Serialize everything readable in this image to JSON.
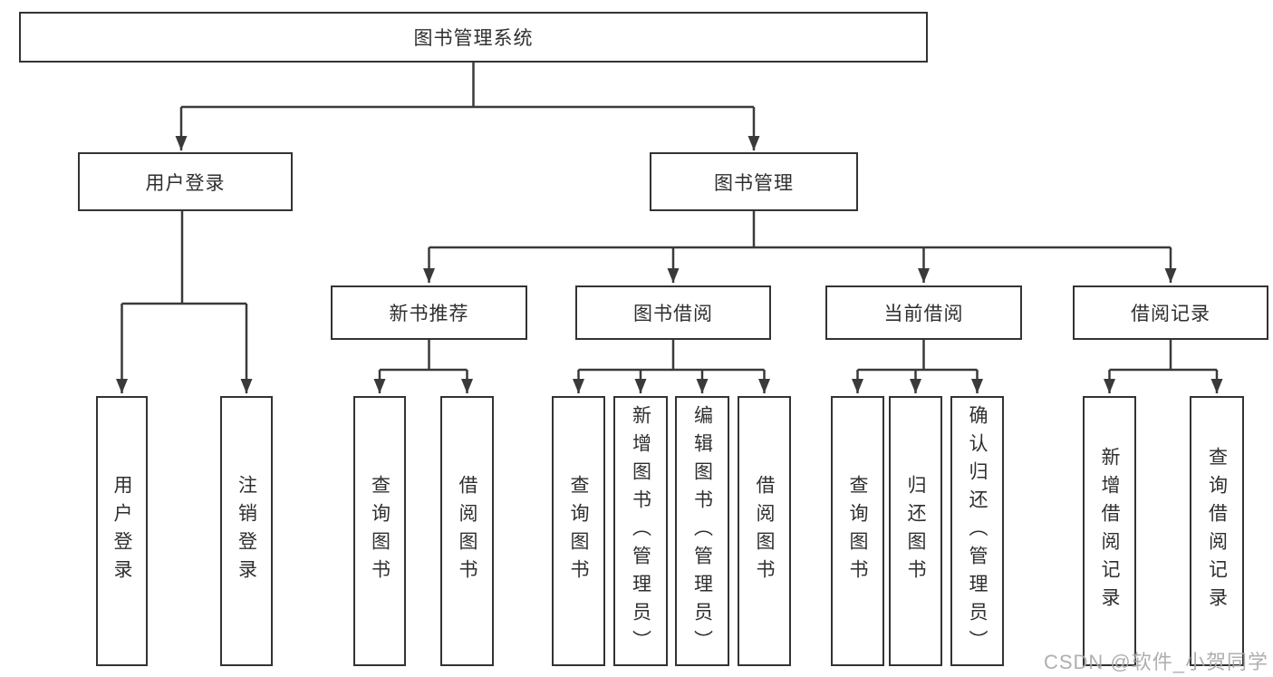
{
  "tree": {
    "label": "图书管理系统",
    "children": [
      {
        "label": "用户登录",
        "children": [
          {
            "label": "用户登录"
          },
          {
            "label": "注销登录"
          }
        ]
      },
      {
        "label": "图书管理",
        "children": [
          {
            "label": "新书推荐",
            "children": [
              {
                "label": "查询图书"
              },
              {
                "label": "借阅图书"
              }
            ]
          },
          {
            "label": "图书借阅",
            "children": [
              {
                "label": "查询图书"
              },
              {
                "label": "新增图书（管理员）"
              },
              {
                "label": "编辑图书（管理员）"
              },
              {
                "label": "借阅图书"
              }
            ]
          },
          {
            "label": "当前借阅",
            "children": [
              {
                "label": "查询图书"
              },
              {
                "label": "归还图书"
              },
              {
                "label": "确认归还（管理员）"
              }
            ]
          },
          {
            "label": "借阅记录",
            "children": [
              {
                "label": "新增借阅记录"
              },
              {
                "label": "查询借阅记录"
              }
            ]
          }
        ]
      }
    ]
  },
  "watermark": "CSDN @软件_小贺同学",
  "colors": {
    "line": "#3a3a3a",
    "box_border": "#333333",
    "text": "#2f2f2f",
    "watermark": "#a8a8a8",
    "background": "#ffffff"
  }
}
